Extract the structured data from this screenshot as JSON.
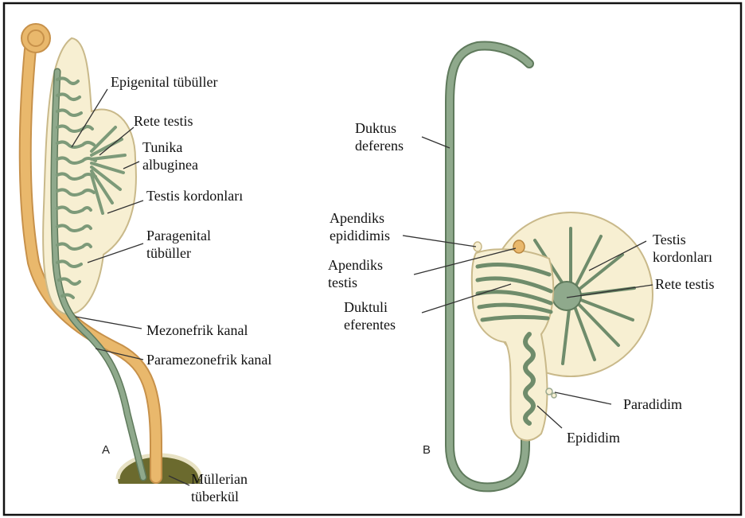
{
  "panels": {
    "a": {
      "letter": "A",
      "labels": {
        "epigenital": "Epigenital tübüller",
        "rete_testis": "Rete testis",
        "tunika_line1": "Tunika",
        "tunika_line2": "albuginea",
        "testis_kordonlari": "Testis kordonları",
        "paragenital_line1": "Paragenital",
        "paragenital_line2": "tübüller",
        "mezonefrik": "Mezonefrik kanal",
        "paramezonefrik": "Paramezonefrik kanal",
        "mullerian_line1": "Müllerian",
        "mullerian_line2": "tüberkül"
      }
    },
    "b": {
      "letter": "B",
      "labels": {
        "duktus_line1": "Duktus",
        "duktus_line2": "deferens",
        "apendiks_epididimis_line1": "Apendiks",
        "apendiks_epididimis_line2": "epididimis",
        "apendiks_testis_line1": "Apendiks",
        "apendiks_testis_line2": "testis",
        "duktuli_line1": "Duktuli",
        "duktuli_line2": "eferentes",
        "testis_kordonlari_line1": "Testis",
        "testis_kordonlari_line2": "kordonları",
        "rete_testis": "Rete testis",
        "paradidim": "Paradidim",
        "epididim": "Epididim"
      }
    }
  },
  "colors": {
    "duct_green": "#8fa98c",
    "duct_green_dark": "#5f7a5c",
    "tissue_cream": "#f7efd2",
    "tissue_outline": "#c9b98a",
    "paramesonephric_orange": "#e9b86c",
    "tubercle_dark": "#6b6a2e"
  }
}
